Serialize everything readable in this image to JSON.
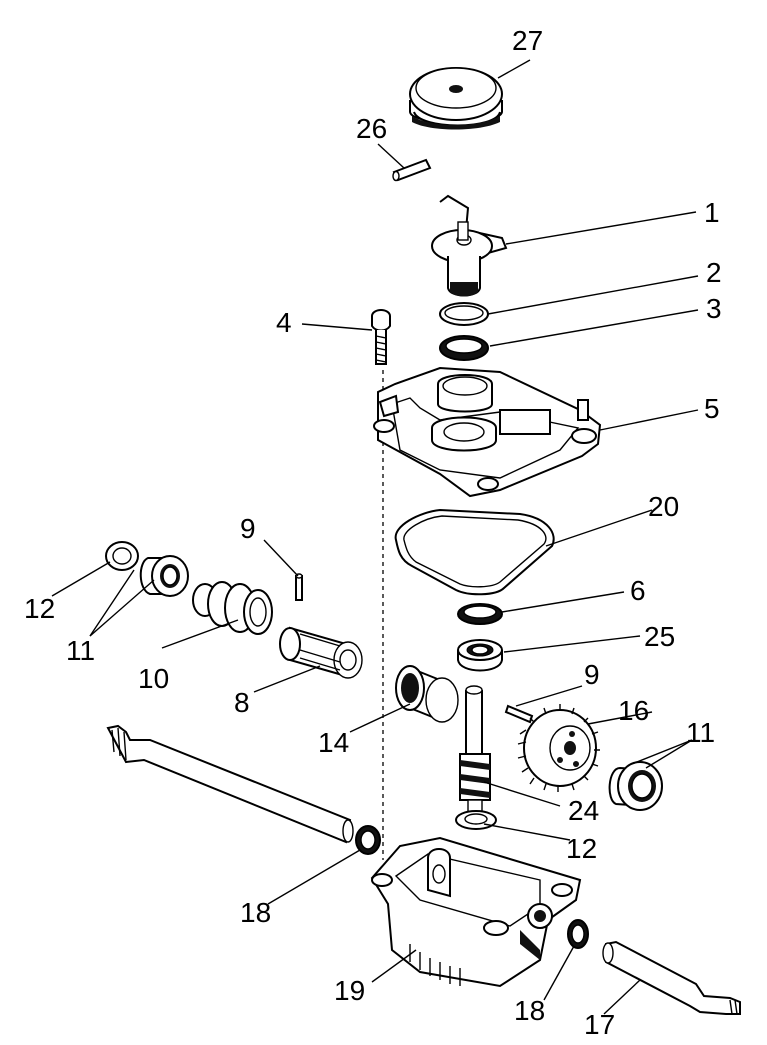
{
  "diagram": {
    "labels": {
      "p1": "1",
      "p2": "2",
      "p3": "3",
      "p4": "4",
      "p5": "5",
      "p6": "6",
      "p8": "8",
      "p9a": "9",
      "p9b": "9",
      "p10": "10",
      "p11a": "11",
      "p11b": "11",
      "p12a": "12",
      "p12b": "12",
      "p14": "14",
      "p16": "16",
      "p17": "17",
      "p18a": "18",
      "p18b": "18",
      "p19": "19",
      "p20": "20",
      "p24": "24",
      "p25": "25",
      "p26": "26",
      "p27": "27"
    }
  }
}
